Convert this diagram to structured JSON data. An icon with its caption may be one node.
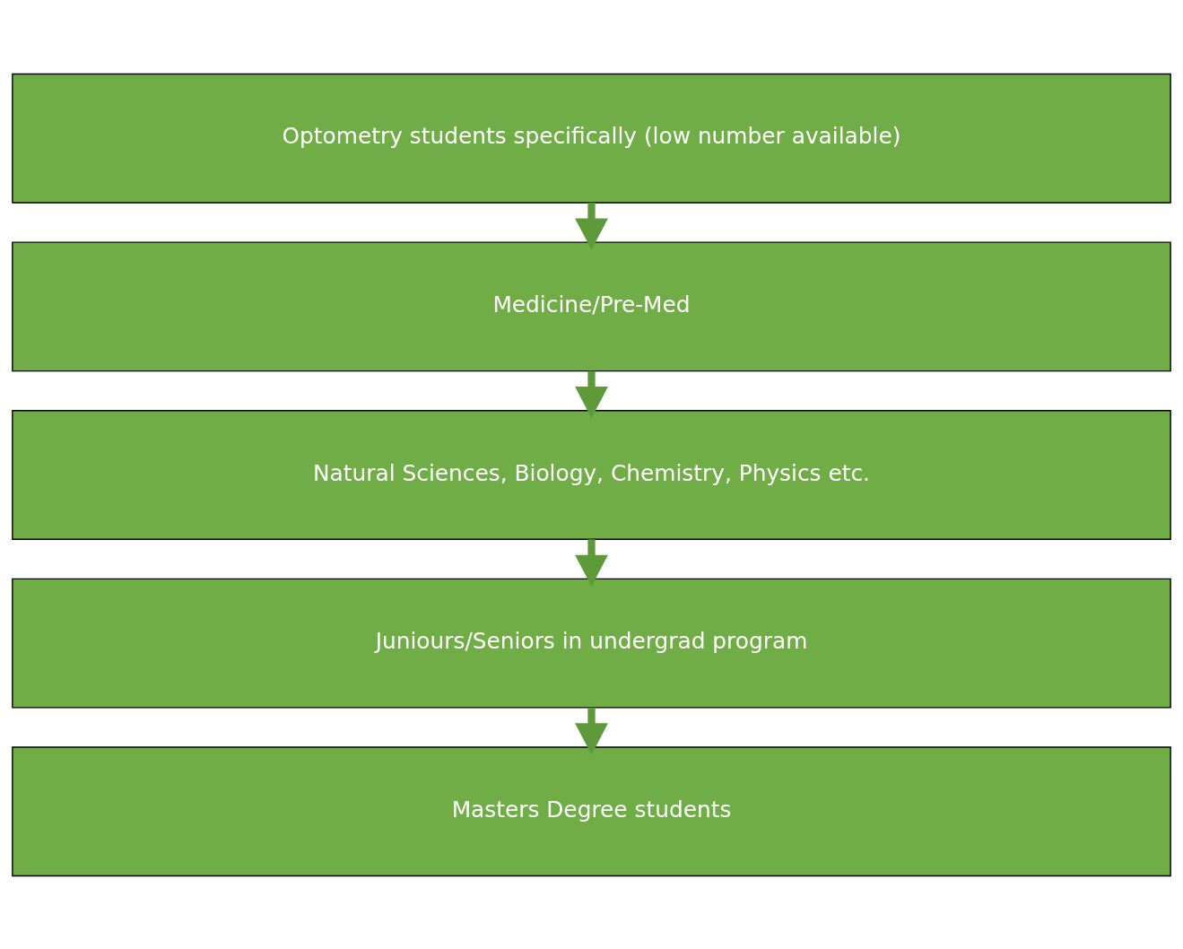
{
  "diagram": {
    "nodes": [
      {
        "text": [
          "Optometry students specifically (low number available)"
        ]
      },
      {
        "text": [
          "Medicine/Pre-Med"
        ]
      },
      {
        "text": [
          "Natural Sciences, Biology, Chemistry, Physics etc."
        ]
      },
      {
        "text": [
          "Juniours/Seniors in undergrad program"
        ]
      },
      {
        "text": [
          "Masters Degree students"
        ]
      }
    ],
    "edges": [
      {
        "from": 0,
        "to": 1,
        "arrow": "to"
      },
      {
        "from": 1,
        "to": 2,
        "arrow": "to"
      },
      {
        "from": 2,
        "to": 3,
        "arrow": "to"
      },
      {
        "from": 3,
        "to": 4,
        "arrow": "to"
      }
    ]
  }
}
